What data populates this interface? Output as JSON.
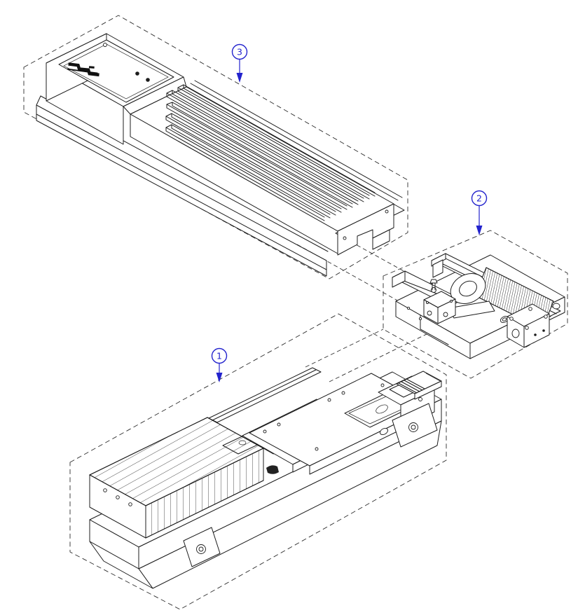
{
  "diagram": {
    "kind": "exploded-assembly-technical-drawing",
    "background_color": "#ffffff",
    "line_color": "#1c1c1c",
    "callout_color": "#2323cd"
  },
  "callouts": [
    {
      "label": "1",
      "points_to": "part-1"
    },
    {
      "label": "2",
      "points_to": "part-2"
    },
    {
      "label": "3",
      "points_to": "part-3"
    }
  ],
  "parts": [
    {
      "callout": "1",
      "id": "part-1",
      "description": "base-linear-stage-bellows-stepper-motor"
    },
    {
      "callout": "2",
      "id": "part-2",
      "description": "cross-slide-saddle-roller-bellows-motor-mount"
    },
    {
      "callout": "3",
      "id": "part-3",
      "description": "t-slot-table-top-slide"
    }
  ],
  "logo": {
    "mark": "brand-logo-mark"
  }
}
